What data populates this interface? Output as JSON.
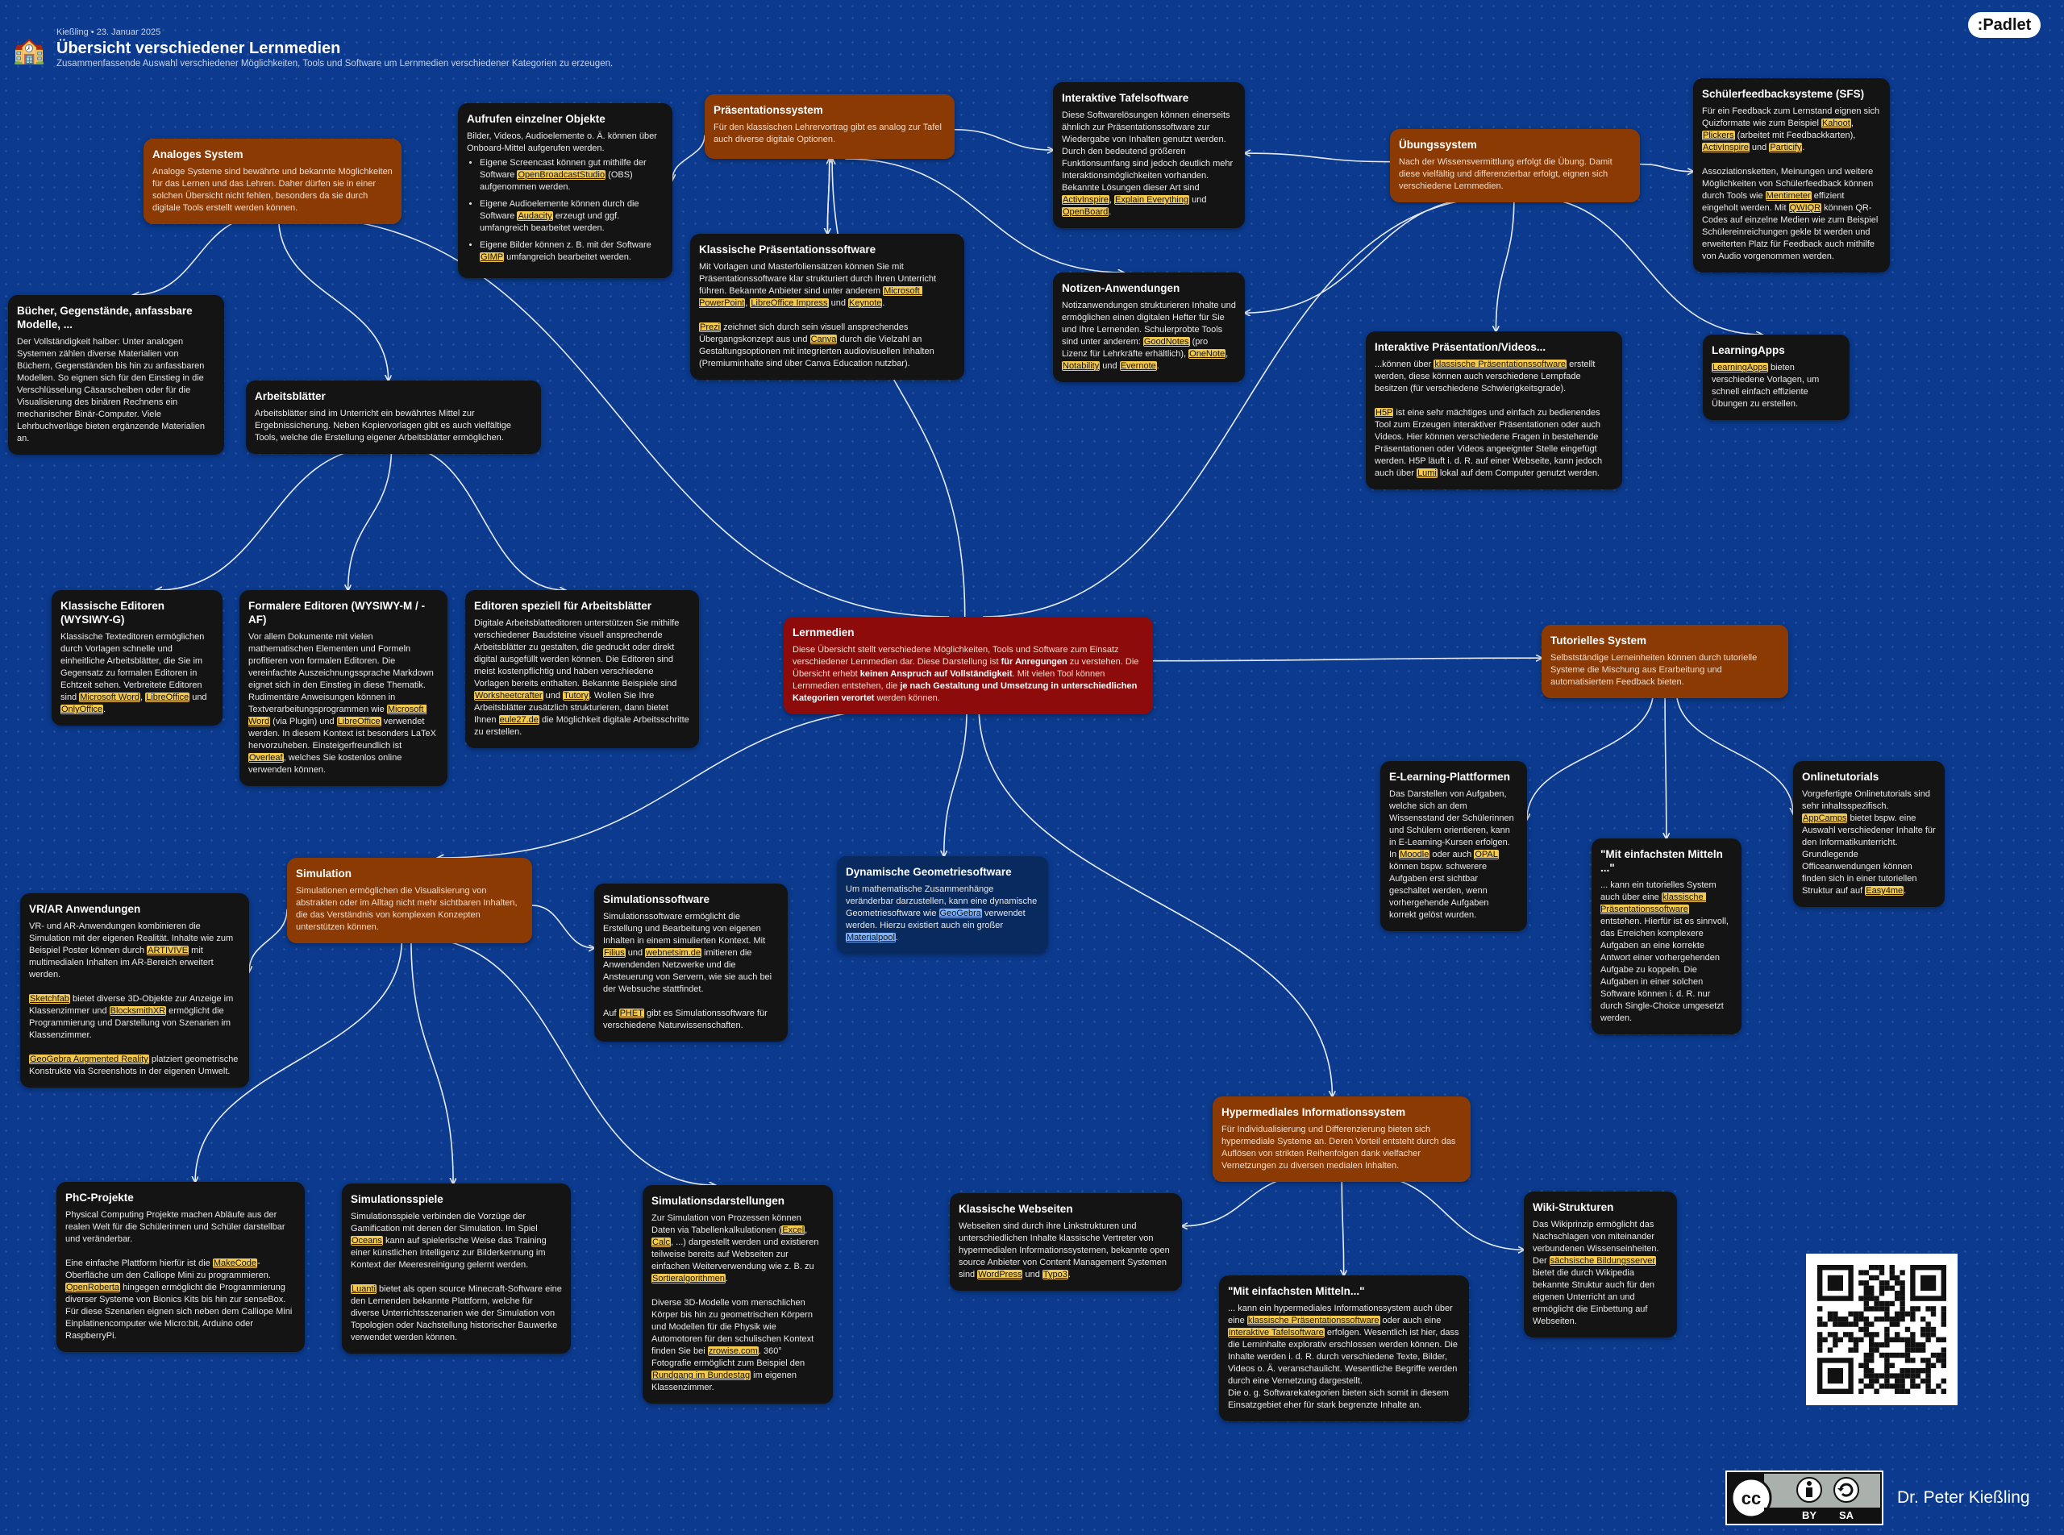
{
  "header": {
    "icon": "school-building-icon",
    "author": "Kießling",
    "date": "23. Januar 2025",
    "title": "Übersicht verschiedener Lernmedien",
    "subtitle": "Zusammenfassende Auswahl verschiedener Möglichkeiten, Tools und Software um Lernmedien verschiedener Kategorien zu erzeugen.",
    "brand": ":Padlet"
  },
  "footer": {
    "license_by": "BY",
    "license_sa": "SA",
    "author_name": "Dr. Peter Kießling"
  },
  "cards": [
    {
      "id": "lernmedien",
      "style": "red",
      "title": "Lernmedien",
      "body": "Diese Übersicht stellt verschiedene Möglichkeiten, Tools und Software zum Einsatz verschiedener Lernmedien dar. Diese Darstellung ist **für Anregungen** zu verstehen. Die Übersicht erhebt **keinen Anspruch auf Vollständigkeit**. Mit vielen Tool können Lernmedien entstehen, die **je nach Gestaltung und Umsetzung in unterschiedlichen Kategorien verortet** werden können."
    },
    {
      "id": "analog",
      "style": "orange",
      "title": "Analoges System",
      "body": "Analoge Systeme sind bewährte und bekannte Möglichkeiten für das Lernen und das Lehren. Daher dürfen sie in einer solchen Übersicht nicht fehlen, besonders da sie durch digitale Tools erstellt werden können."
    },
    {
      "id": "buecher",
      "style": "dark",
      "title": "Bücher, Gegenstände, anfassbare Modelle, ...",
      "body": "Der Vollständigkeit halber: Unter analogen Systemen zählen diverse Materialien von Büchern, Gegenständen bis hin zu anfassbaren Modellen. So eignen sich für den Einstieg in die Verschlüsselung Cäsarscheiben oder für die Visualisierung des binären Rechnens ein mechanischer Binär-Computer. Viele Lehrbuchverläge bieten ergänzende Materialien an."
    },
    {
      "id": "aufrufen",
      "style": "dark",
      "title": "Aufrufen einzelner Objekte",
      "intro": "Bilder, Videos, Audioelemente o. Ä. können über Onboard-Mittel aufgerufen werden.",
      "list": [
        "Eigene Screencast können gut mithilfe der Software ==OpenBroadcastStudio== (OBS) aufgenommen werden.",
        "Eigene Audioelemente können durch die Software ==Audacity== erzeugt und ggf. umfangreich bearbeitet werden.",
        "Eigene Bilder können z. B. mit der Software ==GIMP== umfangreich bearbeitet werden."
      ]
    },
    {
      "id": "praes",
      "style": "orange",
      "title": "Präsentationssystem",
      "body": "Für den klassischen Lehrervortrag gibt es analog zur Tafel auch diverse digitale Optionen."
    },
    {
      "id": "klpraes",
      "style": "dark",
      "title": "Klassische Präsentationssoftware",
      "body": "Mit Vorlagen und Masterfoliensätzen können Sie mit Präsentationssoftware klar strukturiert durch Ihren Unterricht führen. Bekannte Anbieter sind unter anderem ==Microsoft PowerPoint==, ==LibreOffice Impress== und ==Keynote==.\n\n==Prezi== zeichnet sich durch sein visuell ansprechendes Übergangskonzept aus und ==Canva== durch die Vielzahl an Gestaltungsoptionen mit integrierten audiovisuellen Inhalten (Premiuminhalte sind über Canva Education nutzbar)."
    },
    {
      "id": "tafel",
      "style": "dark",
      "title": "Interaktive Tafelsoftware",
      "body": "Diese Softwarelösungen können einerseits ähnlich zur Präsentationssoftware zur Wiedergabe von Inhalten genutzt werden. Durch den bedeutend größeren Funktionsumfang sind jedoch deutlich mehr Interaktionsmöglichkeiten vorhanden. Bekannte Lösungen dieser Art sind ==ActivInspire==, ==Explain Everything== und ==OpenBoard==."
    },
    {
      "id": "notizen",
      "style": "dark",
      "title": "Notizen-Anwendungen",
      "body": "Notizanwendungen strukturieren Inhalte und ermöglichen einen digitalen Hefter für Sie und Ihre Lernenden. Schulerprobte Tools sind unter anderem: ==GoodNotes== (pro Lizenz für Lehrkräfte erhältlich), ==OneNote==, ==Notability== und ==Evernote==."
    },
    {
      "id": "uebung",
      "style": "orange",
      "title": "Übungssystem",
      "body": "Nach der Wissensvermittlung erfolgt die Übung. Damit diese vielfältig und differenzierbar erfolgt, eignen sich verschiedene Lernmedien."
    },
    {
      "id": "sfs",
      "style": "dark",
      "title": "Schülerfeedbacksysteme (SFS)",
      "body": "Für ein Feedback zum Lernstand eignen sich Quizformate wie zum Beispiel ==Kahoot==, ==Plickers== (arbeitet mit Feedbackkarten), ==ActivInspire== und ==Particify==.\n\nAssoziationsketten, Meinungen und weitere Möglichkeiten von Schülerfeedback können durch Tools wie ==Mentimeter== effizient eingeholt werden. Mit ==QWIQR== können QR-Codes auf einzelne Medien wie zum Beispiel Schülereinreichungen gekle bt werden und erweiterten Platz für Feedback auch mithilfe von Audio vorgenommen werden."
    },
    {
      "id": "intpraes",
      "style": "dark",
      "title": "Interaktive Präsentation/Videos...",
      "body": "...können über ==klassische Präsentationssoftware== erstellt werden, diese können auch verschiedene Lernpfade besitzen (für verschiedene Schwierigkeitsgrade).\n\n==H5P== ist eine sehr mächtiges und einfach zu bedienendes Tool zum Erzeugen interaktiver Präsentationen oder auch Videos. Hier können verschiedene Fragen in bestehende Präsentationen oder Videos angeeignter Stelle eingefügt werden. H5P läuft i. d. R. auf einer Webseite, kann jedoch auch über ==Lumi== lokal auf dem Computer genutzt werden."
    },
    {
      "id": "learningapps",
      "style": "dark",
      "title": "LearningApps",
      "body": "==LearningApps== bieten verschiedene Vorlagen, um schnell einfach effiziente Übungen zu erstellen."
    },
    {
      "id": "arbeitsblaetter",
      "style": "dark",
      "title": "Arbeitsblätter",
      "body": "Arbeitsblätter sind im Unterricht ein bewährtes Mittel zur Ergebnissicherung. Neben Kopiervorlagen gibt es auch vielfältige Tools, welche die Erstellung eigener Arbeitsblätter ermöglichen."
    },
    {
      "id": "kleditoren",
      "style": "dark",
      "title": "Klassische Editoren (WYSIWY-G)",
      "body": "Klassische Texteditoren ermöglichen durch Vorlagen schnelle und einheitliche Arbeitsblätter, die Sie im Gegensatz zu formalen Editoren in Echtzeit sehen. Verbreitete Editoren sind ==Microsoft Word==, ==LibreOffice== und ==OnlyOffice==."
    },
    {
      "id": "formeditoren",
      "style": "dark",
      "title": "Formalere Editoren (WYSIWY-M / -AF)",
      "body": "Vor allem Dokumente mit vielen mathematischen Elementen und Formeln profitieren von formalen Editoren. Die vereinfachte Auszeichnungssprache Markdown eignet sich in den Einstieg in diese Thematik. Rudimentäre Anweisungen können in Textverarbeitungsprogrammen wie ==Microsoft Word== (via Plugin) und ==LibreOffice== verwendet werden. In diesem Kontext ist besonders LaTeX hervorzuheben. Einsteigerfreundlich ist ==Overleaf==, welches Sie kostenlos online verwenden können."
    },
    {
      "id": "abeditoren",
      "style": "dark",
      "title": "Editoren speziell für Arbeitsblätter",
      "body": "Digitale Arbeitsblatteditoren unterstützen Sie mithilfe verschiedener Baudsteine visuell ansprechende Arbeitsblätter zu gestalten, die gedruckt oder direkt digital ausgefüllt werden können. Die Editoren sind meist kostenpflichtig und haben verschiedene Vorlagen bereits enthalten. Bekannte Beispiele sind ==Worksheetcrafter== und ==Tutory==. Wollen Sie Ihre Arbeitsblätter zusätzlich strukturieren, dann bietet Ihnen ==eule27.de== die Möglichkeit digitale Arbeitsschritte zu erstellen."
    },
    {
      "id": "tutoriell",
      "style": "orange",
      "title": "Tutorielles System",
      "body": "Selbstständige Lerneinheiten können durch tutorielle Systeme die Mischung aus Erarbeitung und automatisiertem Feedback bieten."
    },
    {
      "id": "elearning",
      "style": "dark",
      "title": "E-Learning-Plattformen",
      "body": "Das Darstellen von Aufgaben, welche sich an dem Wissensstand der Schülerinnen und Schülern orientieren, kann in E-Learning-Kursen erfolgen. In ==Moodle== oder auch ==OPAL== können bspw. schwerere Aufgaben erst sichtbar geschaltet werden, wenn vorhergehende Aufgaben korrekt gelöst wurden."
    },
    {
      "id": "mitTut",
      "style": "dark",
      "title": "\"Mit einfachsten Mitteln ...\"",
      "body": "... kann ein tutorielles System auch über eine ==klassische Präsentationssoftware== entstehen. Hierfür ist es sinnvoll, das Erreichen komplexere Aufgaben an eine korrekte Antwort einer vorhergehenden Aufgabe zu koppeln. Die Aufgaben in einer solchen Software können i. d. R. nur durch Single-Choice umgesetzt werden."
    },
    {
      "id": "onlinetut",
      "style": "dark",
      "title": "Onlinetutorials",
      "body": "Vorgefertigte Onlinetutorials sind sehr inhaltsspezifisch. ==AppCamps== bietet bspw. eine Auswahl verschiedener Inhalte für den Informatikunterricht. Grundlegende Officeanwendungen können finden sich in einer tutoriellen Struktur auf auf ==Easy4me==."
    },
    {
      "id": "simulation",
      "style": "orange",
      "title": "Simulation",
      "body": "Simulationen ermöglichen die Visualisierung von abstrakten oder im Alltag nicht mehr sichtbaren Inhalten, die das Verständnis von komplexen Konzepten unterstützen können."
    },
    {
      "id": "vrar",
      "style": "dark",
      "title": "VR/AR Anwendungen",
      "body": "VR- und AR-Anwendungen kombinieren die Simulation mit der eigenen Realität. Inhalte wie zum Beispiel Poster können durch ==ARTIVIVE== mit multimedialen Inhalten im AR-Bereich erweitert werden.\n\n==Sketchfab== bietet diverse 3D-Objekte zur Anzeige im Klassenzimmer und ==BlocksmithXR== ermöglicht die Programmierung und Darstellung von Szenarien im Klassenzimmer.\n\n==GeoGebra Augmented Reality== platziert geometrische Konstrukte via Screenshots in der eigenen Umwelt."
    },
    {
      "id": "simsoftware",
      "style": "dark",
      "title": "Simulationssoftware",
      "body": "Simulationssoftware ermöglicht die Erstellung und Bearbeitung von eigenen Inhalten in einem simulierten Kontext. Mit ==Filius== und ==webnetsim.de== imitieren die Anwendenden Netzwerke und die Ansteuerung von Servern, wie sie auch bei der Websuche stattfindet.\n\nAuf ==PHET== gibt es Simulationssoftware für verschiedene Naturwissenschaften."
    },
    {
      "id": "geometrie",
      "style": "navy",
      "title": "Dynamische Geometriesoftware",
      "body": "Um mathematische Zusammenhänge veränderbar darzustellen, kann eine dynamische Geometriesoftware wie ==GeoGebra== verwendet werden. Hierzu existiert auch ein großer ==Materialpool==."
    },
    {
      "id": "phc",
      "style": "dark",
      "title": "PhC-Projekte",
      "body": "Physical Computing Projekte machen Abläufe aus der realen Welt für die Schülerinnen und Schüler darstellbar und veränderbar.\n\nEine einfache Plattform hierfür ist die ==MakeCode==-Oberfläche um den Calliope Mini zu programmieren. ==OpenRoberta== hingegen ermöglicht die Programmierung diverser Systeme von Bionics Kits bis hin zur senseBox. Für diese Szenarien eignen sich neben dem Calliope Mini Einplatinencomputer wie Micro:bit, Arduino oder RaspberryPi."
    },
    {
      "id": "simspiele",
      "style": "dark",
      "title": "Simulationsspiele",
      "body": "Simulationsspiele verbinden die Vorzüge der Gamification mit denen der Simulation. Im Spiel ==Oceans== kann auf spielerische Weise das Training einer künstlichen Intelligenz zur Bilderkennung im Kontext der Meeresreinigung gelernt werden.\n\n==Luanti== bietet als open source Minecraft-Software eine den Lernenden bekannte Plattform, welche für diverse Unterrichtsszenarien wie der Simulation von Topologien oder Nachstellung historischer Bauwerke verwendet werden können."
    },
    {
      "id": "simdarst",
      "style": "dark",
      "title": "Simulationsdarstellungen",
      "body": "Zur Simulation von Prozessen können Daten via Tabellenkalkulationen (==Excel==, ==Calc==, ...) dargestellt werden und existieren teilweise bereits auf Webseiten zur einfachen Weiterverwendung wie z. B. zu ==Sortieralgorithmen==.\n\nDiverse 3D-Modelle vom menschlichen Körper bis hin zu geometrischen Körpern und Modellen für die Physik wie Automotoren für den schulischen Kontext finden Sie bei ==zrowise.com==. 360° Fotografie ermöglicht zum Beispiel den ==Rundgang im Bundestag== im eigenen Klassenzimmer."
    },
    {
      "id": "hypermedia",
      "style": "orange",
      "title": "Hypermediales Informationssystem",
      "body": "Für Individualisierung und Differenzierung bieten sich hypermediale Systeme an. Deren Vorteil entsteht durch das Auflösen von strikten Reihenfolgen dank vielfacher Vernetzungen zu diversen medialen Inhalten."
    },
    {
      "id": "webseiten",
      "style": "dark",
      "title": "Klassische Webseiten",
      "body": "Webseiten sind durch ihre Linkstrukturen und unterschiedlichen Inhalte klassische Vertreter von hypermedialen Informationssystemen, bekannte open source Anbieter von Content Management Systemen sind ==WordPress== und ==Typo3==."
    },
    {
      "id": "mitHyper",
      "style": "dark",
      "title": "\"Mit einfachsten Mitteln...\"",
      "body": "... kann ein hypermediales Informationssystem auch über eine ==klassische Präsentationssoftware== oder auch eine ==interaktive Tafelsoftware== erfolgen. Wesentlich ist hier, dass die Lerninhalte explorativ erschlossen werden können. Die Inhalte werden i. d. R. durch verschiedene Texte, Bilder, Videos o. Ä. veranschaulicht. Wesentliche Begriffe werden durch eine Vernetzung dargestellt.\nDie o. g. Softwarekategorien bieten sich somit in diesem Einsatzgebiet eher für stark begrenzte Inhalte an."
    },
    {
      "id": "wiki",
      "style": "dark",
      "title": "Wiki-Strukturen",
      "body": "Das Wikiprinzip ermöglicht das Nachschlagen von miteinander verbundenen Wissenseinheiten. Der ==sächsische Bildungsserver== bietet die durch Wikipedia bekannte Struktur auch für den eigenen Unterricht an und ermöglicht die Einbettung auf Webseiten."
    }
  ],
  "links": [
    [
      "lernmedien",
      "analog"
    ],
    [
      "lernmedien",
      "praes"
    ],
    [
      "lernmedien",
      "uebung"
    ],
    [
      "lernmedien",
      "tutoriell"
    ],
    [
      "lernmedien",
      "simulation"
    ],
    [
      "lernmedien",
      "geometrie"
    ],
    [
      "lernmedien",
      "hypermedia"
    ],
    [
      "analog",
      "buecher"
    ],
    [
      "analog",
      "arbeitsblaetter"
    ],
    [
      "arbeitsblaetter",
      "kleditoren"
    ],
    [
      "arbeitsblaetter",
      "formeditoren"
    ],
    [
      "arbeitsblaetter",
      "abeditoren"
    ],
    [
      "praes",
      "aufrufen"
    ],
    [
      "praes",
      "klpraes"
    ],
    [
      "praes",
      "tafel"
    ],
    [
      "praes",
      "notizen"
    ],
    [
      "klpraes",
      "praes"
    ],
    [
      "uebung",
      "tafel"
    ],
    [
      "uebung",
      "notizen"
    ],
    [
      "uebung",
      "sfs"
    ],
    [
      "uebung",
      "intpraes"
    ],
    [
      "uebung",
      "learningapps"
    ],
    [
      "tutoriell",
      "elearning"
    ],
    [
      "tutoriell",
      "mitTut"
    ],
    [
      "tutoriell",
      "onlinetut"
    ],
    [
      "simulation",
      "vrar"
    ],
    [
      "simulation",
      "simsoftware"
    ],
    [
      "simulation",
      "phc"
    ],
    [
      "simulation",
      "simspiele"
    ],
    [
      "simulation",
      "simdarst"
    ],
    [
      "hypermedia",
      "webseiten"
    ],
    [
      "hypermedia",
      "mitHyper"
    ],
    [
      "hypermedia",
      "wiki"
    ]
  ],
  "colors": {
    "background": "#0b3a8e",
    "card_dark": "#141414",
    "card_orange": "#8b3a04",
    "card_red": "#8e0b0b",
    "card_navy": "#082a5e",
    "highlight": "#f2c94c",
    "link": "#e6ecf7"
  }
}
